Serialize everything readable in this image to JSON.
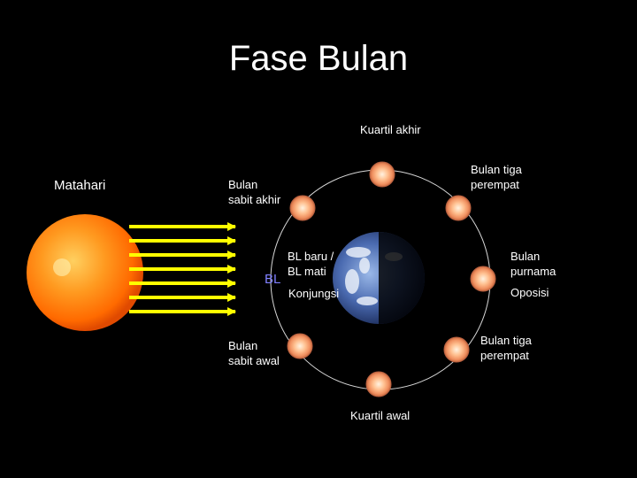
{
  "title": "Fase Bulan",
  "labels": {
    "sun": "Matahari",
    "kuartil_akhir": "Kuartil akhir",
    "tiga_perempat_atas": "Bulan tiga\nperempat",
    "sabit_akhir": "Bulan\nsabit akhir",
    "bl_baru": "BL baru /\nBL mati",
    "bl_marker": "BL",
    "konjungsi": "Konjungsi",
    "purnama": "Bulan\npurnama",
    "oposisi": "Oposisi",
    "sabit_awal": "Bulan\nsabit awal",
    "tiga_perempat_bawah": "Bulan tiga\nperempat",
    "kuartil_awal": "Kuartil awal"
  },
  "colors": {
    "background": "#000000",
    "sun": "#ff8a1a",
    "sun_rays": "#ffff00",
    "orbit": "#d8d8d8",
    "moon": "#f2a070",
    "bl_marker": "#8080ff"
  }
}
